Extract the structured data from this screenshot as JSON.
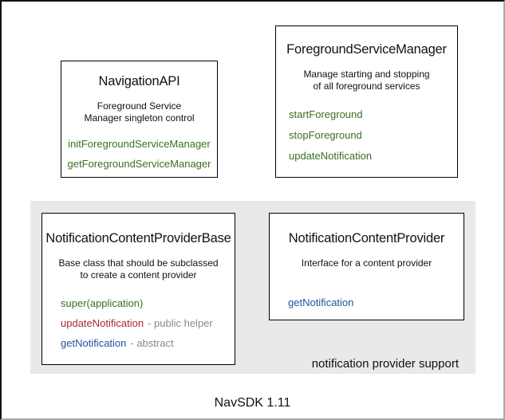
{
  "diagram": {
    "boxes": [
      {
        "title": "NavigationAPI",
        "description": [
          "Foreground Service",
          "Manager singleton control"
        ],
        "methods": [
          {
            "name": "initForegroundServiceManager",
            "color": "green"
          },
          {
            "name": "getForegroundServiceManager",
            "color": "green"
          }
        ]
      },
      {
        "title": "ForegroundServiceManager",
        "description": [
          "Manage starting and stopping",
          "of all foreground services"
        ],
        "methods": [
          {
            "name": "startForeground",
            "color": "green"
          },
          {
            "name": "stopForeground",
            "color": "green"
          },
          {
            "name": "updateNotification",
            "color": "green"
          }
        ]
      },
      {
        "title": "NotificationContentProviderBase",
        "description": [
          "Base class that should be subclassed",
          "to create a content provider"
        ],
        "methods": [
          {
            "name": "super(application)",
            "color": "green"
          },
          {
            "name": "updateNotification",
            "color": "red",
            "note": "- public helper"
          },
          {
            "name": "getNotification",
            "color": "blue",
            "note": "- abstract"
          }
        ]
      },
      {
        "title": "NotificationContentProvider",
        "description": [
          "Interface for a content provider"
        ],
        "methods": [
          {
            "name": "getNotification",
            "color": "blue"
          }
        ]
      }
    ],
    "group_label": "notification provider support",
    "version_label": "NavSDK 1.11",
    "colors": {
      "method_green": "#38701c",
      "method_red": "#a82a2a",
      "method_blue": "#2253a3",
      "note_gray": "#8a8a8a",
      "panel_background": "#e9e9e9",
      "box_border": "#000000",
      "box_background": "#ffffff"
    }
  }
}
